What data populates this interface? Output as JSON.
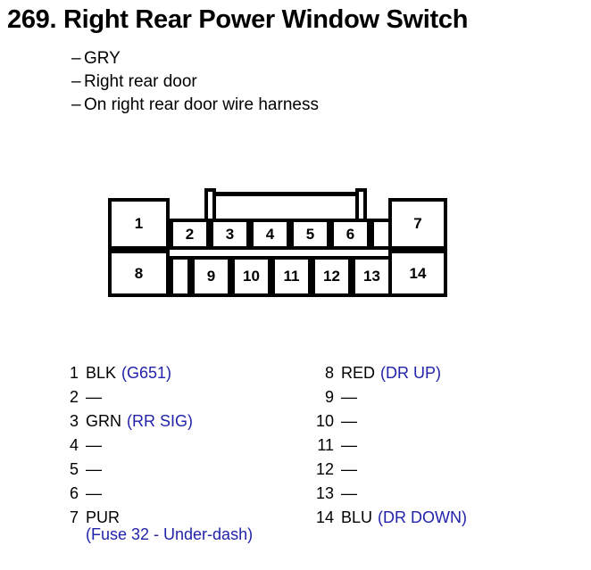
{
  "document": {
    "section_number": "269.",
    "title": "269. Right Rear Power Window Switch",
    "bullets": [
      {
        "dash": "–",
        "text": "GRY"
      },
      {
        "dash": "–",
        "text": "Right rear door"
      },
      {
        "dash": "–",
        "text": "On right rear door wire harness"
      }
    ]
  },
  "connector": {
    "top_row": [
      "1",
      "2",
      "3",
      "4",
      "5",
      "6",
      "",
      "7"
    ],
    "bottom_row": [
      "8",
      "",
      "9",
      "10",
      "11",
      "12",
      "13",
      "14"
    ],
    "latch_count": 2
  },
  "legend": {
    "left": [
      {
        "pin": "1",
        "color": "BLK",
        "note": "(G651)",
        "sub": ""
      },
      {
        "pin": "2",
        "color": "—",
        "note": "",
        "sub": ""
      },
      {
        "pin": "3",
        "color": "GRN",
        "note": "(RR SIG)",
        "sub": ""
      },
      {
        "pin": "4",
        "color": "—",
        "note": "",
        "sub": ""
      },
      {
        "pin": "5",
        "color": "—",
        "note": "",
        "sub": ""
      },
      {
        "pin": "6",
        "color": "—",
        "note": "",
        "sub": ""
      },
      {
        "pin": "7",
        "color": "PUR",
        "note": "",
        "sub": "(Fuse 32 - Under-dash)"
      }
    ],
    "right": [
      {
        "pin": "8",
        "color": "RED",
        "note": "(DR UP)",
        "sub": ""
      },
      {
        "pin": "9",
        "color": "—",
        "note": "",
        "sub": ""
      },
      {
        "pin": "10",
        "color": "—",
        "note": "",
        "sub": ""
      },
      {
        "pin": "11",
        "color": "—",
        "note": "",
        "sub": ""
      },
      {
        "pin": "12",
        "color": "—",
        "note": "",
        "sub": ""
      },
      {
        "pin": "13",
        "color": "—",
        "note": "",
        "sub": ""
      },
      {
        "pin": "14",
        "color": "BLU",
        "note": "(DR DOWN)",
        "sub": ""
      }
    ]
  },
  "colors": {
    "text": "#000000",
    "note_blue": "#2222aa",
    "background": "#ffffff"
  }
}
